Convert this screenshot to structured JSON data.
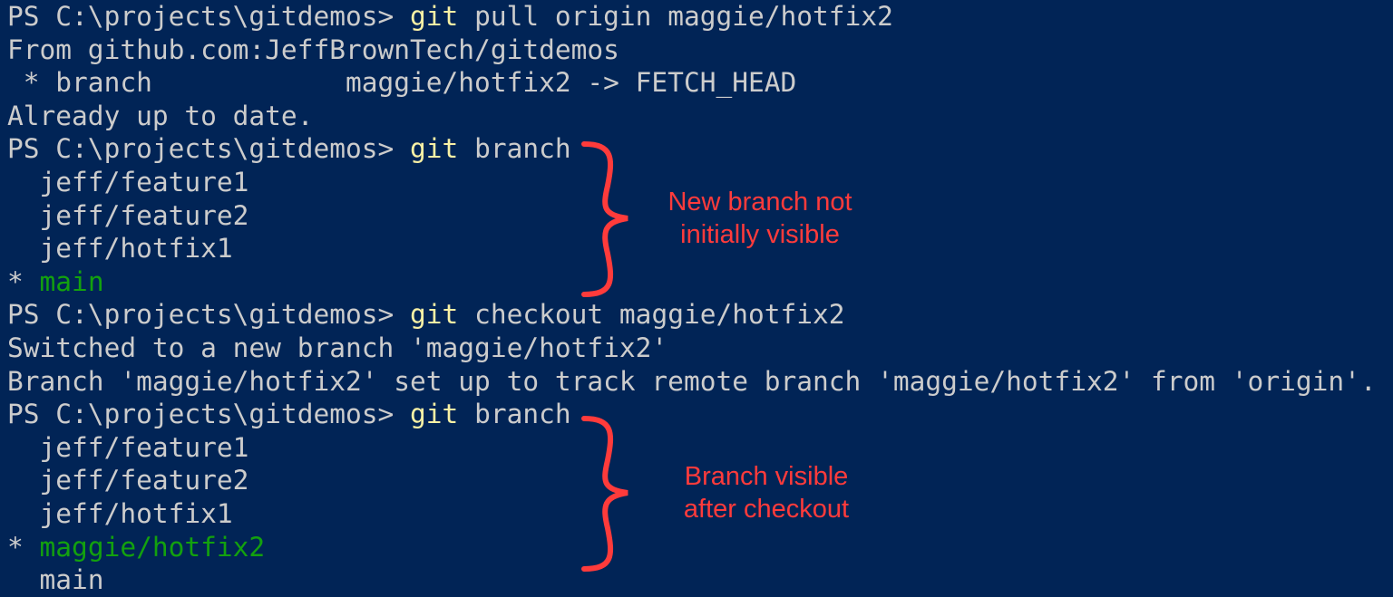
{
  "terminal": {
    "lines": [
      [
        {
          "t": "PS C:\\projects\\gitdemos> "
        },
        {
          "t": "git",
          "c": "cmd"
        },
        {
          "t": " pull origin maggie/hotfix2"
        }
      ],
      [
        {
          "t": "From github.com:JeffBrownTech/gitdemos"
        }
      ],
      [
        {
          "t": " * branch            maggie/hotfix2 -> FETCH_HEAD"
        }
      ],
      [
        {
          "t": "Already up to date."
        }
      ],
      [
        {
          "t": "PS C:\\projects\\gitdemos> "
        },
        {
          "t": "git",
          "c": "cmd"
        },
        {
          "t": " branch"
        }
      ],
      [
        {
          "t": "  jeff/feature1"
        }
      ],
      [
        {
          "t": "  jeff/feature2"
        }
      ],
      [
        {
          "t": "  jeff/hotfix1"
        }
      ],
      [
        {
          "t": "* "
        },
        {
          "t": "main",
          "c": "cur"
        }
      ],
      [
        {
          "t": "PS C:\\projects\\gitdemos> "
        },
        {
          "t": "git",
          "c": "cmd"
        },
        {
          "t": " checkout maggie/hotfix2"
        }
      ],
      [
        {
          "t": "Switched to a new branch 'maggie/hotfix2'"
        }
      ],
      [
        {
          "t": "Branch 'maggie/hotfix2' set up to track remote branch 'maggie/hotfix2' from 'origin'."
        }
      ],
      [
        {
          "t": "PS C:\\projects\\gitdemos> "
        },
        {
          "t": "git",
          "c": "cmd"
        },
        {
          "t": " branch"
        }
      ],
      [
        {
          "t": "  jeff/feature1"
        }
      ],
      [
        {
          "t": "  jeff/feature2"
        }
      ],
      [
        {
          "t": "  jeff/hotfix1"
        }
      ],
      [
        {
          "t": "* "
        },
        {
          "t": "maggie/hotfix2",
          "c": "cur"
        }
      ],
      [
        {
          "t": "  main"
        }
      ]
    ]
  },
  "annotations": {
    "first": "New branch not\ninitially visible",
    "second": "Branch visible\nafter checkout",
    "color": "#ff3b3b"
  },
  "colors": {
    "background": "#012456",
    "text": "#cccccc",
    "command": "#f9f1a5",
    "current_branch": "#13a10e"
  }
}
